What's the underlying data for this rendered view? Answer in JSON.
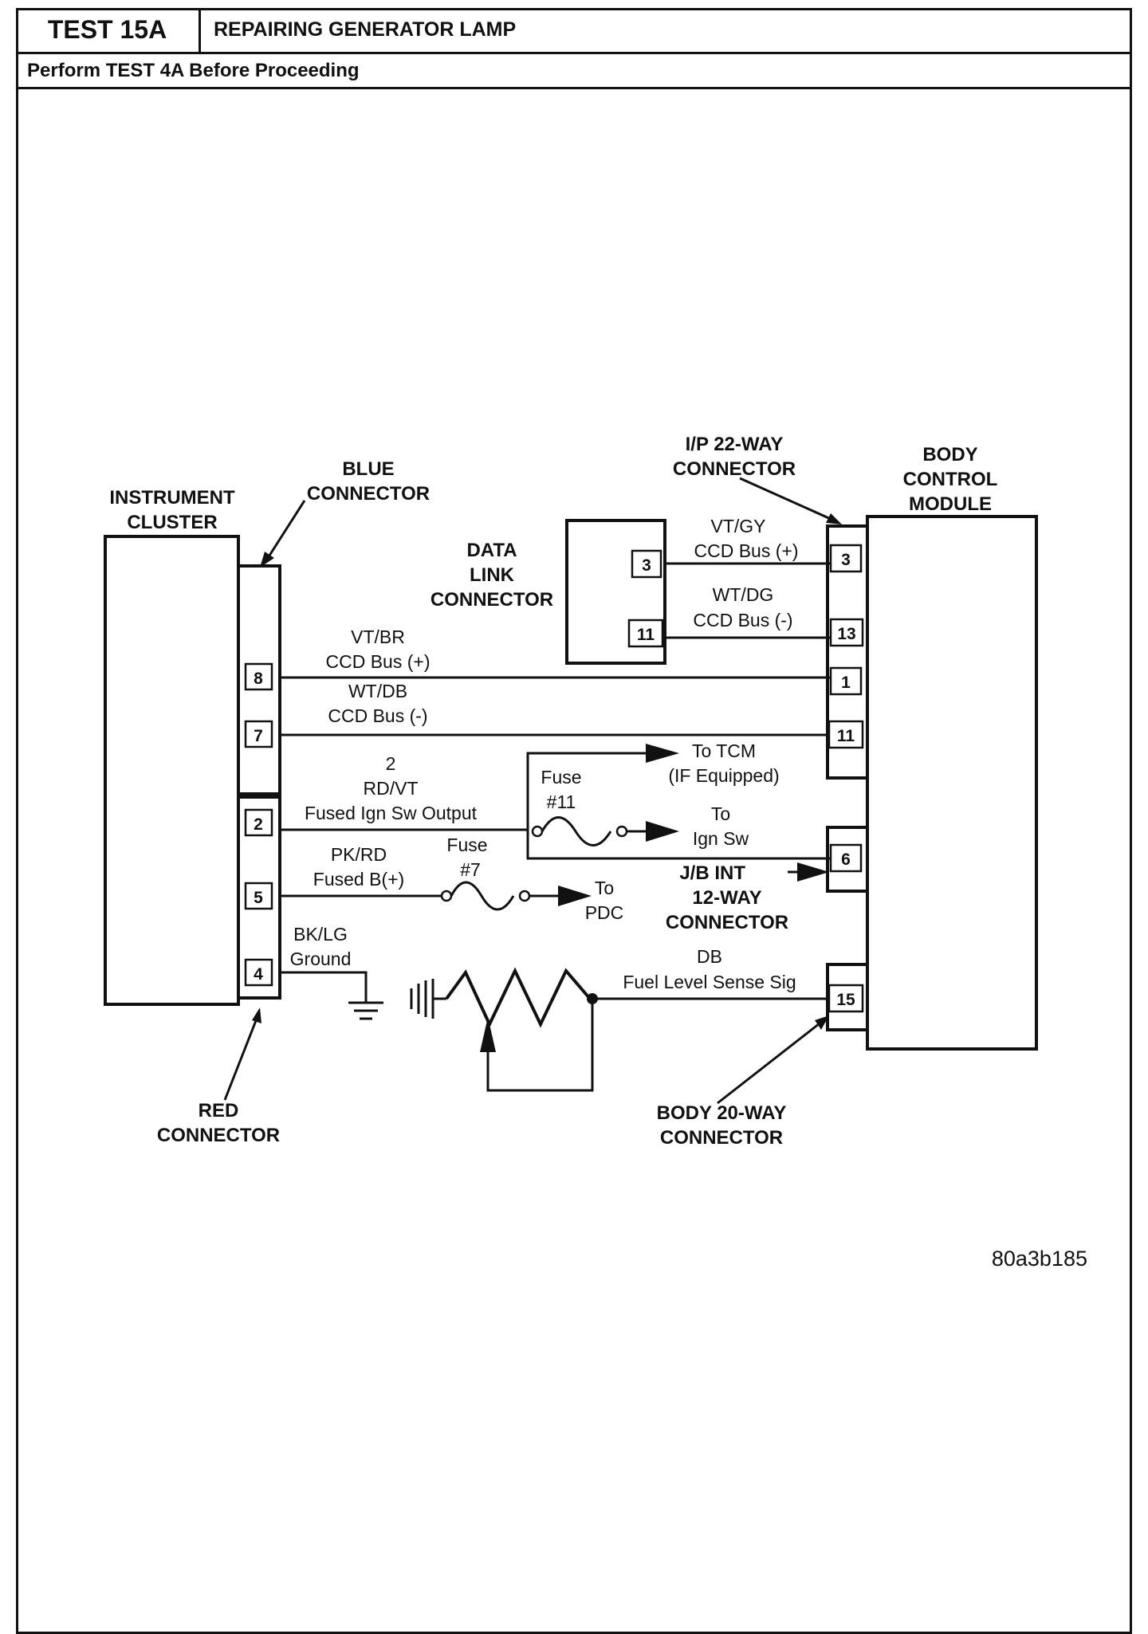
{
  "header": {
    "test_id": "TEST 15A",
    "title": "REPAIRING GENERATOR LAMP",
    "prerequisite": "Perform TEST 4A Before Proceeding"
  },
  "components": {
    "instrument_cluster": [
      "INSTRUMENT",
      "CLUSTER"
    ],
    "blue_connector": [
      "BLUE",
      "CONNECTOR"
    ],
    "red_connector": [
      "RED",
      "CONNECTOR"
    ],
    "data_link_connector": [
      "DATA",
      "LINK",
      "CONNECTOR"
    ],
    "ip_connector": [
      "I/P 22-WAY",
      "CONNECTOR"
    ],
    "body_control_module": [
      "BODY",
      "CONTROL",
      "MODULE"
    ],
    "jb_connector": [
      "J/B INT",
      "12-WAY",
      "CONNECTOR"
    ],
    "body_connector": [
      "BODY 20-WAY",
      "CONNECTOR"
    ]
  },
  "pins": {
    "cluster": [
      "8",
      "7",
      "2",
      "5",
      "4"
    ],
    "dlc": [
      "3",
      "11"
    ],
    "bcm": [
      "3",
      "13",
      "1",
      "11",
      "6",
      "15"
    ]
  },
  "wires": {
    "vtgy": [
      "VT/GY",
      "CCD Bus (+)"
    ],
    "wtdg": [
      "WT/DG",
      "CCD Bus (-)"
    ],
    "vtbr": [
      "VT/BR",
      "CCD Bus (+)"
    ],
    "wtdb": [
      "WT/DB",
      "CCD Bus (-)"
    ],
    "rdvt": [
      "2",
      "RD/VT",
      "Fused Ign Sw Output"
    ],
    "pkrd": [
      "PK/RD",
      "Fused B(+)"
    ],
    "bklg": [
      "BK/LG",
      "Ground"
    ],
    "db": [
      "DB",
      "Fuel Level Sense Sig"
    ]
  },
  "fuses": {
    "fuse11": [
      "Fuse",
      "#11"
    ],
    "fuse7": [
      "Fuse",
      "#7"
    ]
  },
  "destinations": {
    "tcm": [
      "To TCM",
      "(IF Equipped)"
    ],
    "ign": [
      "To",
      "Ign Sw"
    ],
    "pdc": [
      "To",
      "PDC"
    ]
  },
  "figure_id": "80a3b185"
}
